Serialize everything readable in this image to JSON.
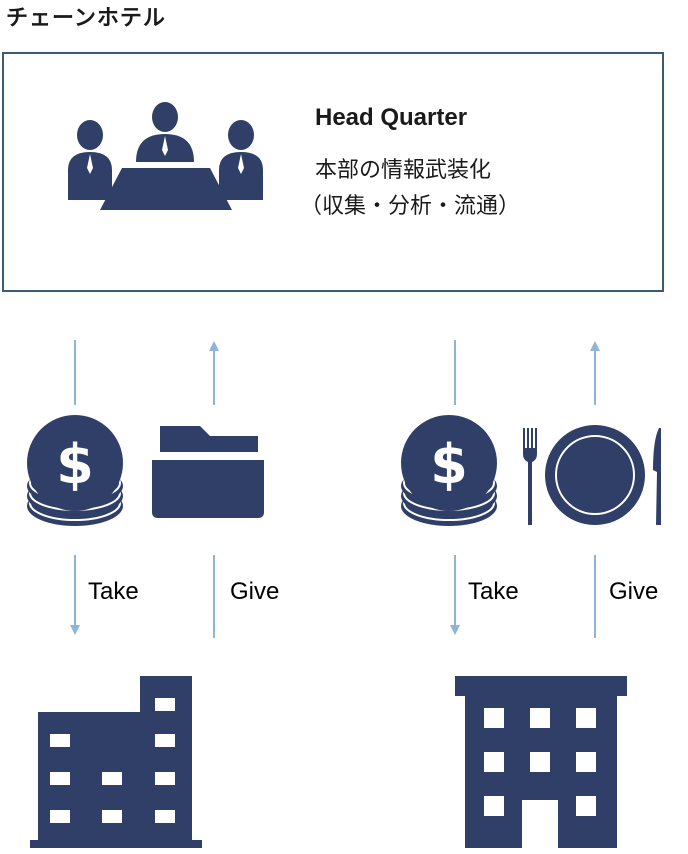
{
  "page": {
    "title": "チェーンホテル"
  },
  "headquarter": {
    "title": "Head Quarter",
    "line1": "本部の情報武装化",
    "line2": "（収集・分析・流通）"
  },
  "left_flow": {
    "take_label": "Take",
    "give_label": "Give"
  },
  "right_flow": {
    "take_label": "Take",
    "give_label": "Give"
  },
  "colors": {
    "icon": "#2f3f68",
    "arrow": "#8fb4d9",
    "box_border": "#3b5a78"
  },
  "icons": [
    "meeting-icon",
    "dollar-coins-icon",
    "folder-icon",
    "fork-icon",
    "plate-icon",
    "knife-icon",
    "office-building-icon",
    "hotel-building-icon"
  ]
}
